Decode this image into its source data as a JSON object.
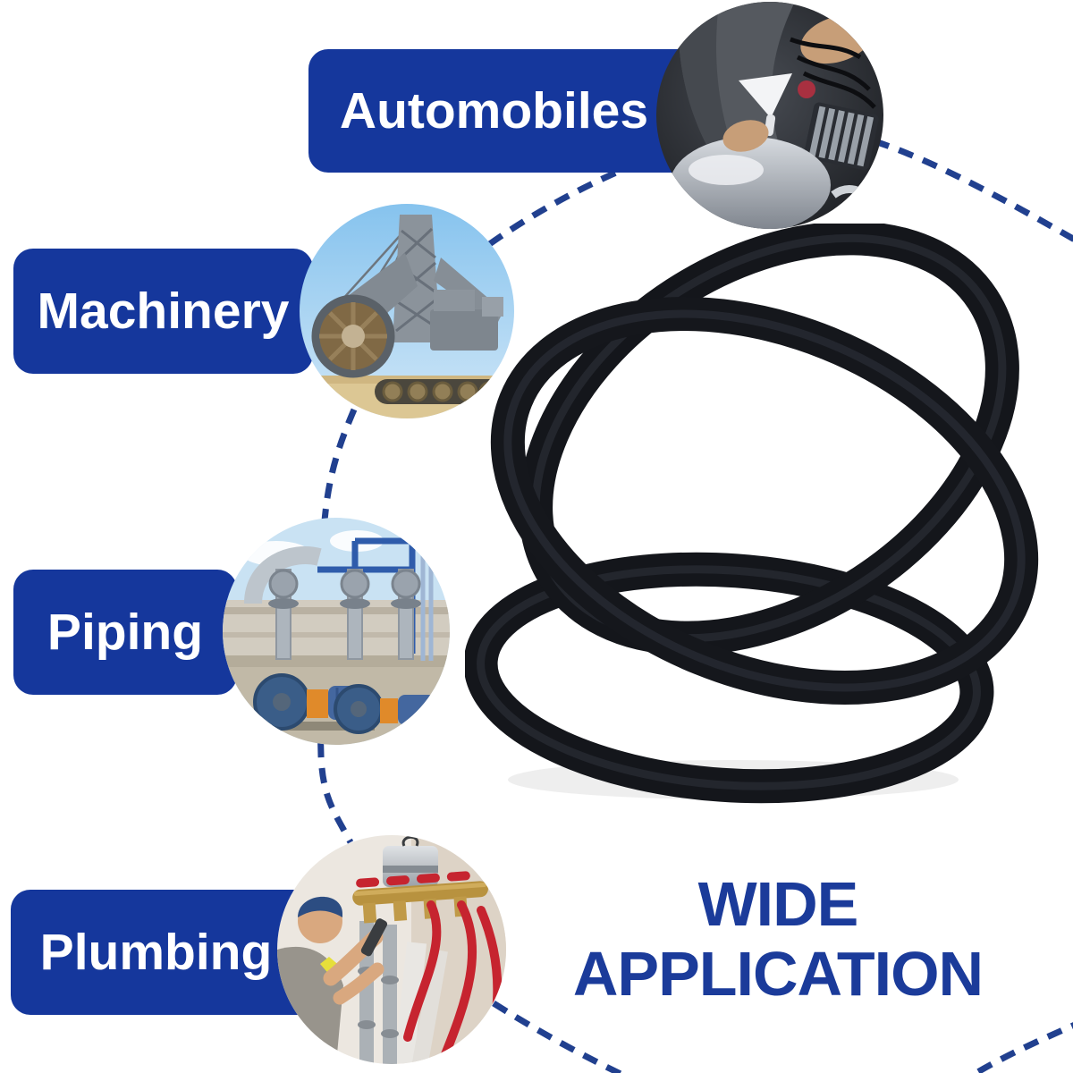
{
  "page": {
    "kind": "product-application-infographic"
  },
  "labels": {
    "automobiles": "Automobiles",
    "machinery": "Machinery",
    "piping": "Piping",
    "plumbing": "Plumbing"
  },
  "title": {
    "line1": "WIDE",
    "line2": "APPLICATION"
  },
  "colors": {
    "background": "#ffffff",
    "label_bg": "#15379c",
    "label_text": "#ffffff",
    "dash_line": "#21408f",
    "title_text": "#1b3b9a",
    "oring_rubber": "#15171c"
  },
  "photos": {
    "automobiles": "mechanic-working-on-car-engine-photo",
    "machinery": "bucket-wheel-excavator-photo",
    "piping": "industrial-pumps-and-piping-photo",
    "plumbing": "plumber-fixing-manifold-red-hoses-photo"
  },
  "product": {
    "subject": "three-interlocked-black-rubber-o-rings"
  }
}
